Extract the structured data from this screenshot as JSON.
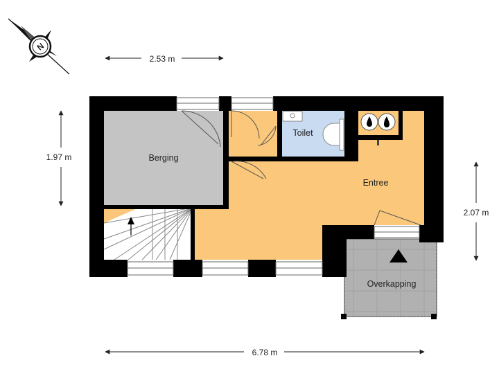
{
  "rooms": {
    "berging": "Berging",
    "toilet": "Toilet",
    "entree": "Entree",
    "overkapping": "Overkapping"
  },
  "dimensions": {
    "top": "2.53 m",
    "left": "1.97 m",
    "right": "2.07 m",
    "bottom": "6.78 m"
  },
  "compass": {
    "letter": "N"
  },
  "colors": {
    "wall": "#000000",
    "berging": "#c3c3c3",
    "entree": "#fbc77a",
    "toilet": "#c7daf1",
    "overkapping": "#a8a8a8"
  }
}
